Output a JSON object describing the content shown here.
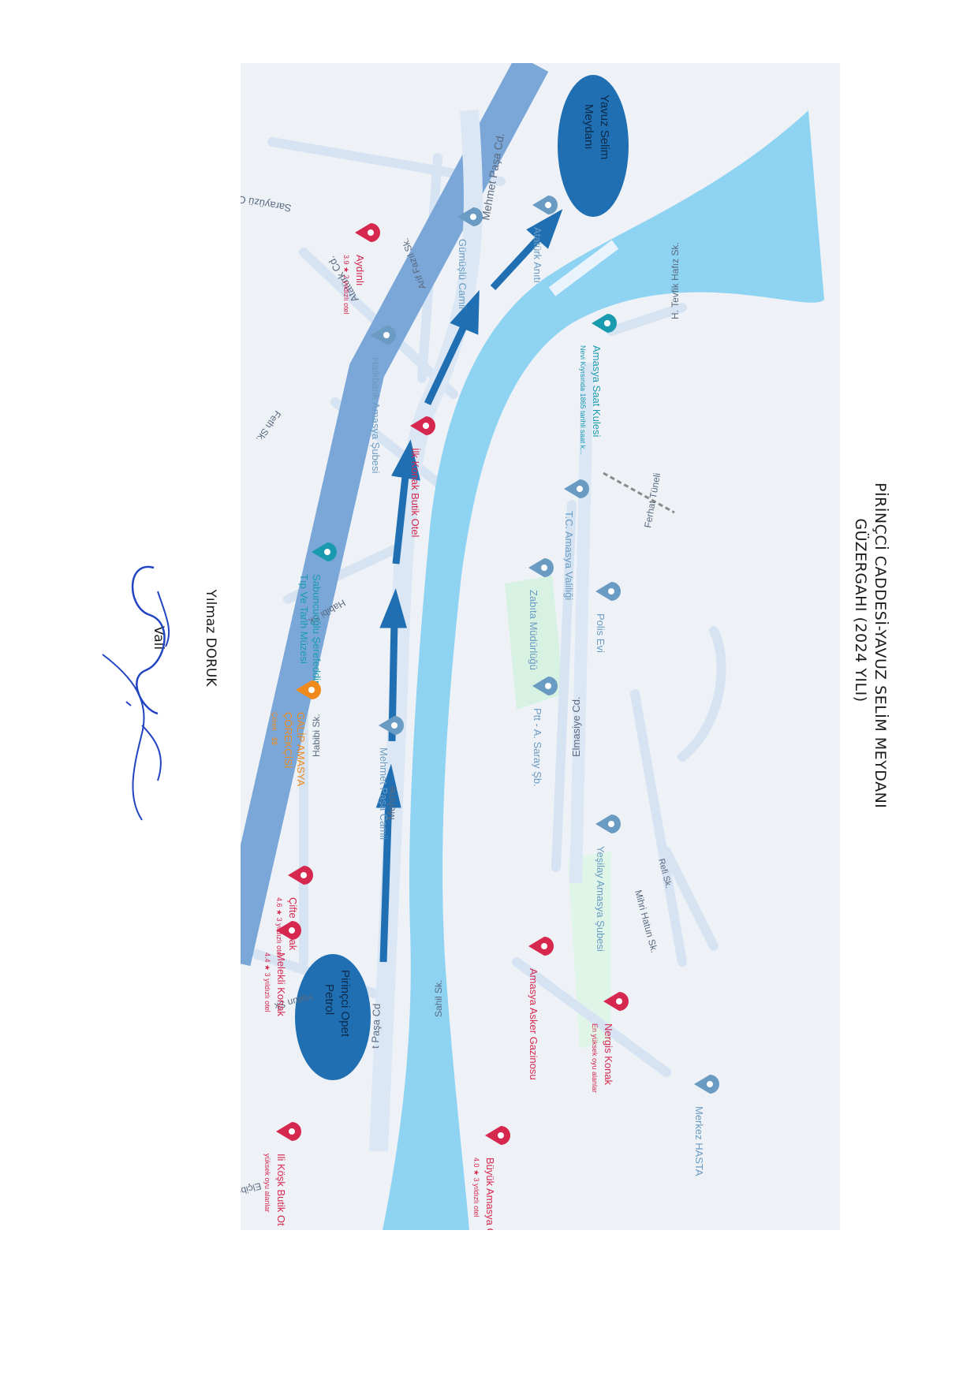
{
  "header": {
    "title_line1": "PİRİNÇCİ CADDESİ-YAVUZ SELİM MEYDANI",
    "title_line2": "GÜZERGAHI (2024 YILI)"
  },
  "signature": {
    "name": "Yılmaz DORUK",
    "role": "Vali"
  },
  "route": {
    "start_label_line1": "Pirinçci Opet",
    "start_label_line2": "Petrol",
    "end_label_line1": "Yavuz Selim",
    "end_label_line2": "Meydanı",
    "arrow_color": "#1f6fb2",
    "endpoint_color": "#1f6fb2"
  },
  "colors": {
    "river": "#8fd3f2",
    "main_road": "#7aa7d8",
    "street": "#dbe7f5",
    "park": "#d7f2e2",
    "hotel_pin": "#d6284f",
    "museum_pin": "#1a9aae",
    "poi_pin": "#6a9bc2",
    "food_pin": "#f08a1c"
  },
  "streets": [
    {
      "name": "Atatürk Cd."
    },
    {
      "name": "Mehmet Paşa Cd."
    },
    {
      "name": "Mehme"
    },
    {
      "name": "t Paşa Cd"
    },
    {
      "name": "Sarayüzü Cd."
    },
    {
      "name": "Arif Fazıl Sk."
    },
    {
      "name": "Feth Sk."
    },
    {
      "name": "Habibi Sk."
    },
    {
      "name": "Habibi Sk."
    },
    {
      "name": "Hatun Sk"
    },
    {
      "name": "Sahil Sk."
    },
    {
      "name": "Elmasiye Cd."
    },
    {
      "name": "Ferhat Tüneli"
    },
    {
      "name": "H. Tevfik Hafız Sk."
    },
    {
      "name": "Mihri Hatun Sk."
    },
    {
      "name": "Refi Sk."
    },
    {
      "name": "Elçibey Bl."
    }
  ],
  "places": [
    {
      "name": "Aydınlı",
      "note": "3.9 ★ 2 yıldızlı otel",
      "kind": "hotel"
    },
    {
      "name": "Halkbank Amasya Şubesi",
      "kind": "poi"
    },
    {
      "name": "İlk Konak Butik Otel",
      "kind": "hotel"
    },
    {
      "name": "Sabuncuoğlu Şerefeddin",
      "name2": "Tıp Ve Tarih Müzesi",
      "kind": "museum"
    },
    {
      "name": "GALİP AMASYA",
      "name2": "ÇÖREKÇİSİ",
      "note": "Çörek · $$",
      "kind": "food"
    },
    {
      "name": "Mehmet Paşa Camii",
      "kind": "poi"
    },
    {
      "name": "Çifte Konak",
      "note": "4.6 ★ 3 yıldızlı otel",
      "kind": "hotel"
    },
    {
      "name": "Melekli Konak",
      "note": "4.4 ★ 3 yıldızlı otel",
      "kind": "hotel"
    },
    {
      "name": "Gümüşlü Camii",
      "kind": "poi"
    },
    {
      "name": "Atatürk Anıtı",
      "kind": "poi"
    },
    {
      "name": "Amasya Saat Kulesi",
      "note": "Nevi Kıyısında 1865 tarihli saat k...",
      "kind": "museum"
    },
    {
      "name": "T.C. Amasya Valiliği",
      "kind": "poi"
    },
    {
      "name": "Zabıta Müdürlüğü",
      "kind": "poi"
    },
    {
      "name": "Polis Evi",
      "kind": "poi"
    },
    {
      "name": "Ptt - A. Saray Şb.",
      "kind": "poi"
    },
    {
      "name": "Yeşilay Amasya Şubesi",
      "kind": "poi"
    },
    {
      "name": "Amasya Asker Gazinosu",
      "kind": "hotel"
    },
    {
      "name": "Nergis Konak",
      "note": "En yüksek oyu alanlar",
      "kind": "hotel"
    },
    {
      "name": "Büyük Amasya Oteli",
      "note": "4.0 ★ 3 yıldızlı otel",
      "kind": "hotel"
    },
    {
      "name": "Ili Köşk Butik Ot",
      "note": "yüksek oyu alanlar",
      "kind": "hotel"
    },
    {
      "name": "Merkez HASTA",
      "kind": "poi"
    }
  ]
}
